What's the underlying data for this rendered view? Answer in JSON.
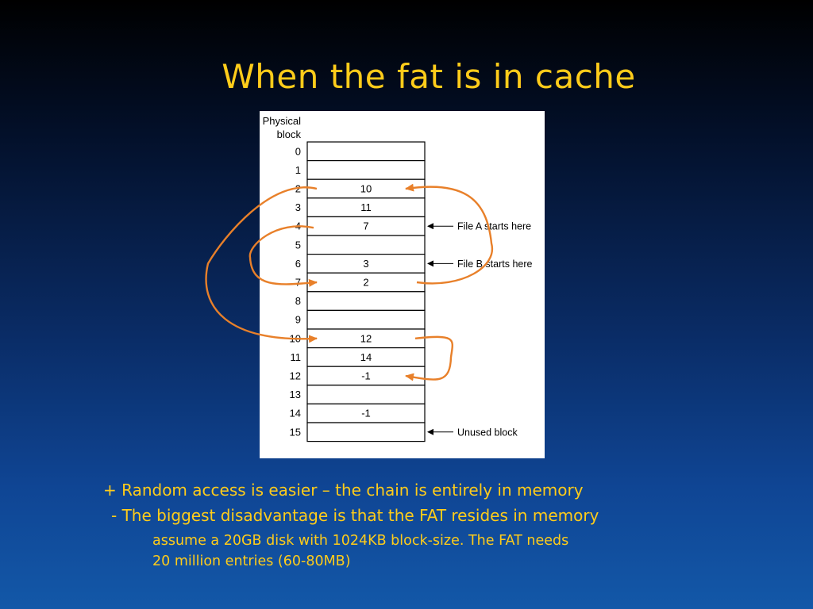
{
  "slide": {
    "title": "When the fat is in cache"
  },
  "figure": {
    "header_line1": "Physical",
    "header_line2": "block",
    "blocks": [
      {
        "index": "0",
        "value": ""
      },
      {
        "index": "1",
        "value": ""
      },
      {
        "index": "2",
        "value": "10"
      },
      {
        "index": "3",
        "value": "11"
      },
      {
        "index": "4",
        "value": "7"
      },
      {
        "index": "5",
        "value": ""
      },
      {
        "index": "6",
        "value": "3"
      },
      {
        "index": "7",
        "value": "2"
      },
      {
        "index": "8",
        "value": ""
      },
      {
        "index": "9",
        "value": ""
      },
      {
        "index": "10",
        "value": "12"
      },
      {
        "index": "11",
        "value": "14"
      },
      {
        "index": "12",
        "value": "-1"
      },
      {
        "index": "13",
        "value": ""
      },
      {
        "index": "14",
        "value": "-1"
      },
      {
        "index": "15",
        "value": ""
      }
    ],
    "annotations": [
      {
        "block": 4,
        "text": "File A starts here"
      },
      {
        "block": 6,
        "text": "File B starts here"
      },
      {
        "block": 15,
        "text": "Unused block"
      }
    ],
    "chain_arrows": [
      {
        "from": 2,
        "to": 10
      },
      {
        "from": 4,
        "to": 7
      },
      {
        "from": 7,
        "to": 2
      },
      {
        "from": 10,
        "to": 12
      }
    ],
    "arrow_color": "#e8802a"
  },
  "bullets": {
    "plus": "+  Random access is easier – the chain is entirely in memory",
    "minus": "-  The biggest disadvantage is that the FAT resides in memory",
    "detail1": "assume a 20GB disk with 1024KB block-size.  The FAT needs",
    "detail2": "20 million entries (60-80MB)"
  },
  "colors": {
    "title": "#ffcc1a",
    "bullet_text": "#ffcc1a",
    "background_top": "#000000",
    "background_bottom": "#1358a8"
  }
}
